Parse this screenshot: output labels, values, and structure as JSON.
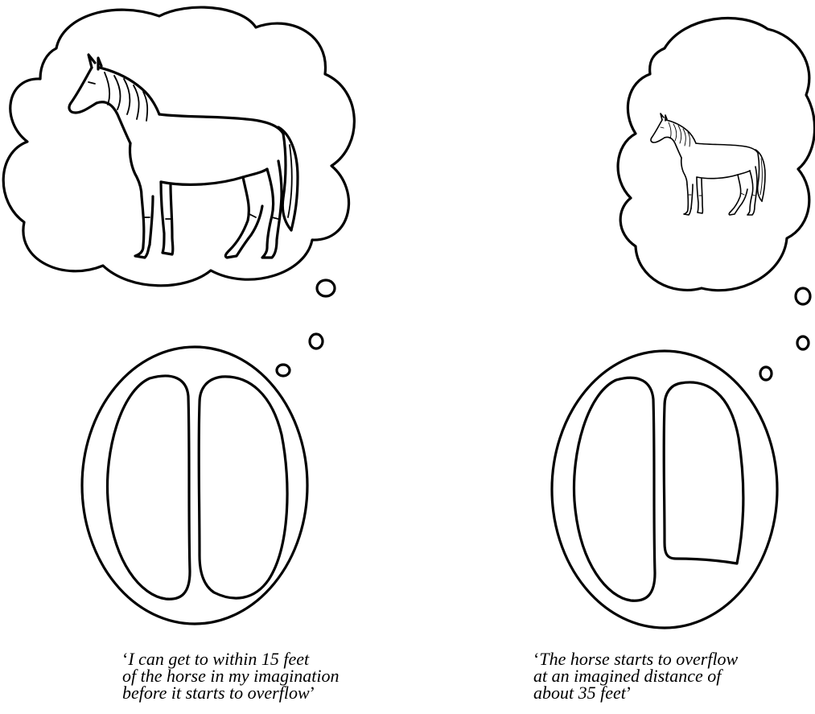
{
  "left_panel": {
    "caption_lines": [
      {
        "quote": "‘",
        "text": "I can get to within 15 feet"
      },
      {
        "quote": "",
        "text": "of the horse in my imagination"
      },
      {
        "quote": "",
        "text": "before it starts to overflow",
        "close": "’"
      }
    ]
  },
  "right_panel": {
    "caption_lines": [
      {
        "quote": "‘",
        "text": "The horse starts to overflow"
      },
      {
        "quote": "",
        "text": "at an imagined distance of"
      },
      {
        "quote": "",
        "text": "about 35 feet",
        "close": "’"
      }
    ]
  },
  "icons": {
    "thought_cloud": "thought-cloud-icon",
    "horse": "horse-icon",
    "brain": "brain-icon"
  }
}
